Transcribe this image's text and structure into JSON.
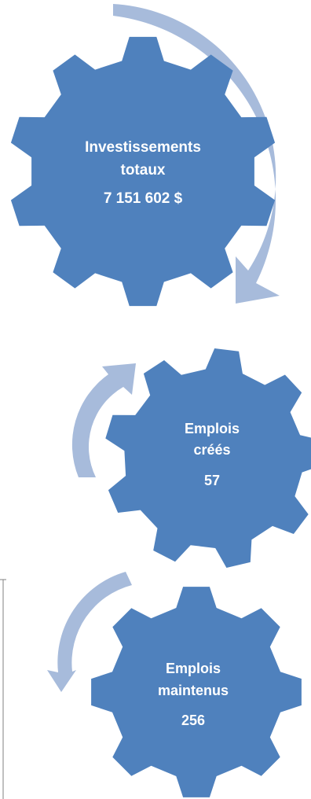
{
  "colors": {
    "gear": "#4f81bd",
    "arrow": "#a7bbdb",
    "border": "#808080",
    "text": "#ffffff"
  },
  "gears": [
    {
      "id": "investissements",
      "lines": [
        "Investissements",
        "totaux",
        "7 151 602 $"
      ]
    },
    {
      "id": "emplois-crees",
      "lines": [
        "Emplois",
        "créés",
        "57"
      ]
    },
    {
      "id": "emplois-maintenus",
      "lines": [
        "Emplois",
        "maintenus",
        "256"
      ]
    }
  ]
}
